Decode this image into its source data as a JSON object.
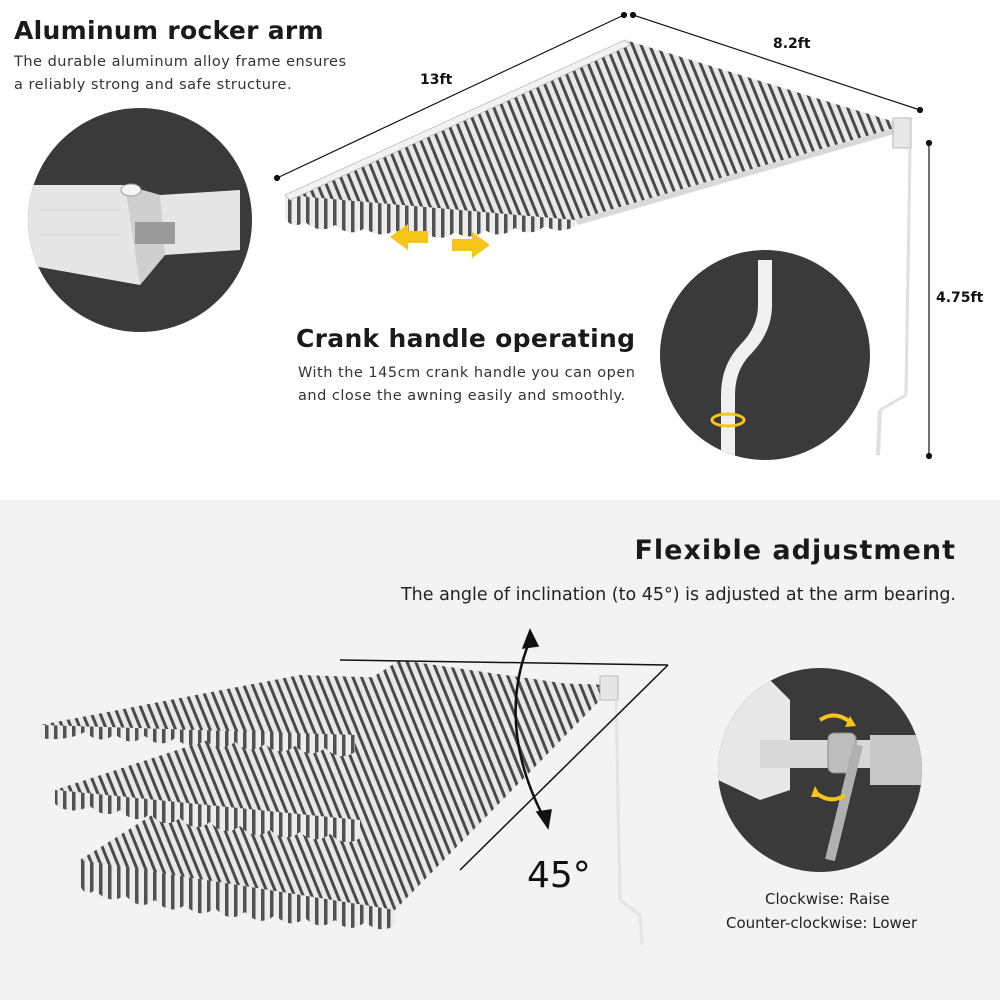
{
  "feature_rocker_arm": {
    "title": "Aluminum rocker arm",
    "line1": "The durable aluminum alloy frame ensures",
    "line2": "a reliably strong and safe structure."
  },
  "dimensions": {
    "length": "13ft",
    "projection": "8.2ft",
    "height": "4.75ft"
  },
  "feature_crank": {
    "title": "Crank handle operating",
    "line1": "With the 145cm crank handle you can open",
    "line2": "and close the awning easily and smoothly."
  },
  "feature_adjust": {
    "title": "Flexible adjustment",
    "subtitle": "The angle of inclination (to 45°) is adjusted at the arm bearing.",
    "angle": "45°",
    "caption1": "Clockwise: Raise",
    "caption2": "Counter-clockwise: Lower"
  },
  "colors": {
    "stripe_dark": "#4a4a4a",
    "stripe_light": "#e6e6e6",
    "circle_bg": "#3a3a3a",
    "arrow_yellow": "#f5c518"
  }
}
